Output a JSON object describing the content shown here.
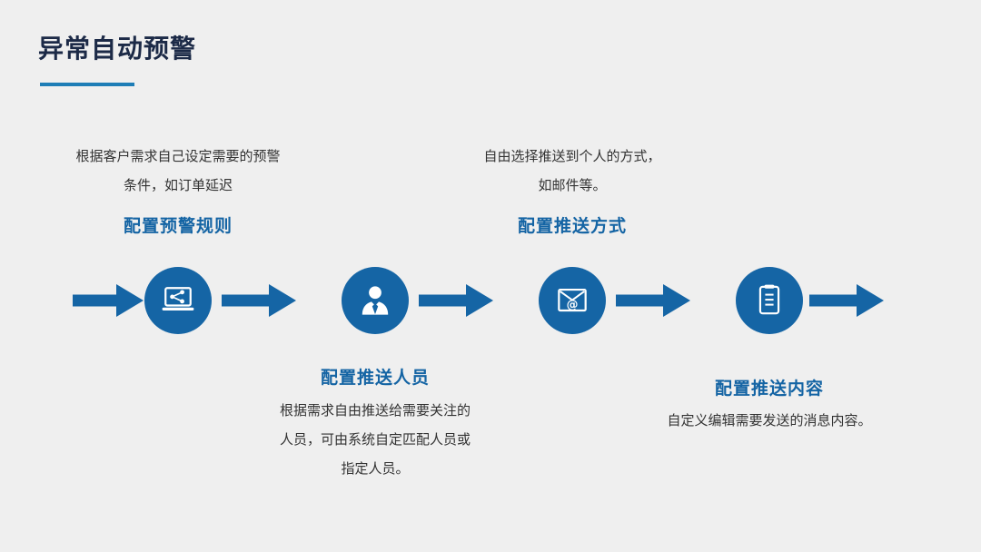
{
  "slide": {
    "title": "异常自动预警",
    "steps": [
      {
        "label": "配置预警规则",
        "description": "根据客户需求自己设定需要的预警\n条件，如订单延迟",
        "icon": "laptop-share-icon",
        "label_position": "above"
      },
      {
        "label": "配置推送人员",
        "description": "根据需求自由推送给需要关注的\n人员，可由系统自定匹配人员或\n指定人员。",
        "icon": "businessman-icon",
        "label_position": "below"
      },
      {
        "label": "配置推送方式",
        "description": "自由选择推送到个人的方式，\n如邮件等。",
        "icon": "envelope-at-icon",
        "label_position": "above"
      },
      {
        "label": "配置推送内容",
        "description": "自定义编辑需要发送的消息内容。",
        "icon": "document-lines-icon",
        "label_position": "below"
      }
    ],
    "colors": {
      "background": "#efefef",
      "title_text": "#1c2a47",
      "accent_blue": "#1565a5",
      "underline_blue": "#1e7db6",
      "label_blue": "#1464a4",
      "body_text": "#333333"
    }
  }
}
